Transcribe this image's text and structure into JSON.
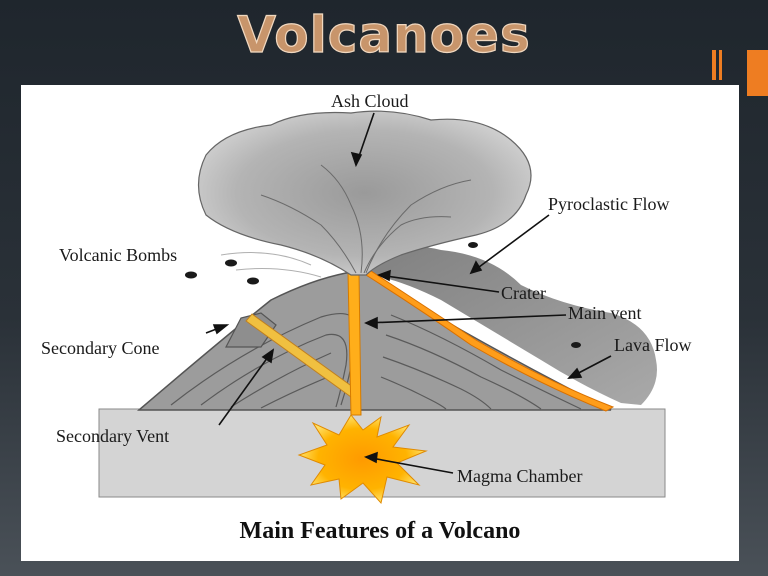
{
  "slide": {
    "title": "Volcanoes",
    "accent_color": "#ee7d22",
    "title_color": "#c8956b"
  },
  "diagram": {
    "caption": "Main Features of a Volcano",
    "labels": {
      "ash_cloud": "Ash Cloud",
      "pyroclastic_flow": "Pyroclastic Flow",
      "volcanic_bombs": "Volcanic Bombs",
      "crater": "Crater",
      "main_vent": "Main vent",
      "secondary_cone": "Secondary Cone",
      "lava_flow": "Lava Flow",
      "secondary_vent": "Secondary Vent",
      "magma_chamber": "Magma Chamber"
    }
  }
}
